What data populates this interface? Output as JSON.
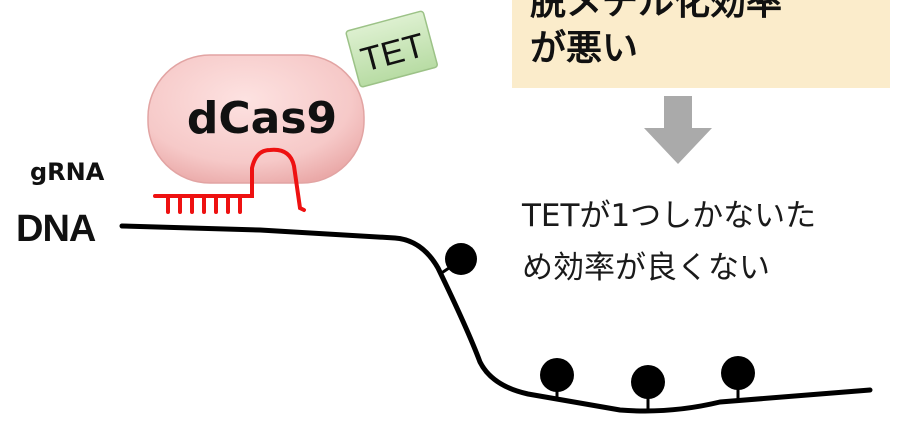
{
  "callout": {
    "line1": "脱メチル化効率",
    "line2": "が悪い",
    "fill_color": "#fbeccb"
  },
  "protein": {
    "label": "dCas9",
    "fill_color": "#f6c9c8"
  },
  "enzyme": {
    "label": "TET",
    "fill_color": "#c9e6b9"
  },
  "labels": {
    "grna": "gRNA",
    "dna": "DNA"
  },
  "note": {
    "line1": "TETが1つしかないた",
    "line2": "め効率が良くない"
  },
  "colors": {
    "grna_strand": "#ee1111",
    "dna_strand": "#000000",
    "arrow": "#aaaaaa"
  }
}
